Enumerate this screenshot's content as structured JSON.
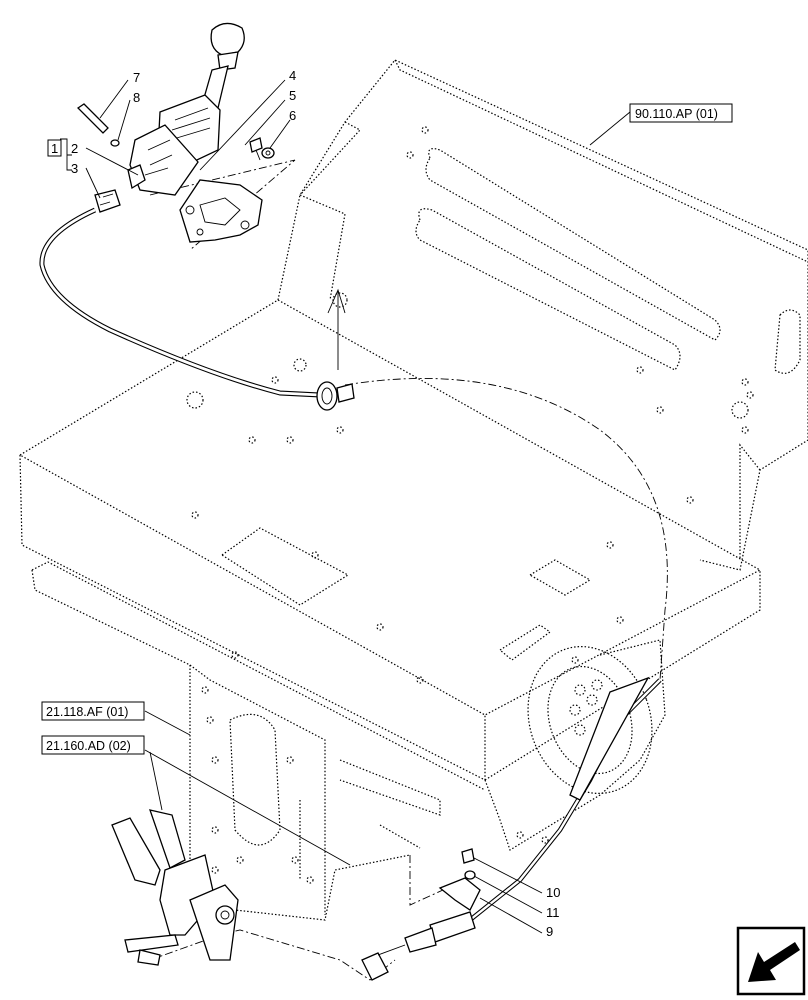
{
  "callouts": {
    "c1": "1",
    "c2": "2",
    "c3": "3",
    "c4": "4",
    "c5": "5",
    "c6": "6",
    "c7": "7",
    "c8": "8",
    "c9": "9",
    "c10": "10",
    "c11": "11"
  },
  "references": {
    "r1": "90.110.AP (01)",
    "r2": "21.118.AF (01)",
    "r3": "21.160.AD (02)"
  },
  "nav_icon": "arrow-left-down-icon"
}
